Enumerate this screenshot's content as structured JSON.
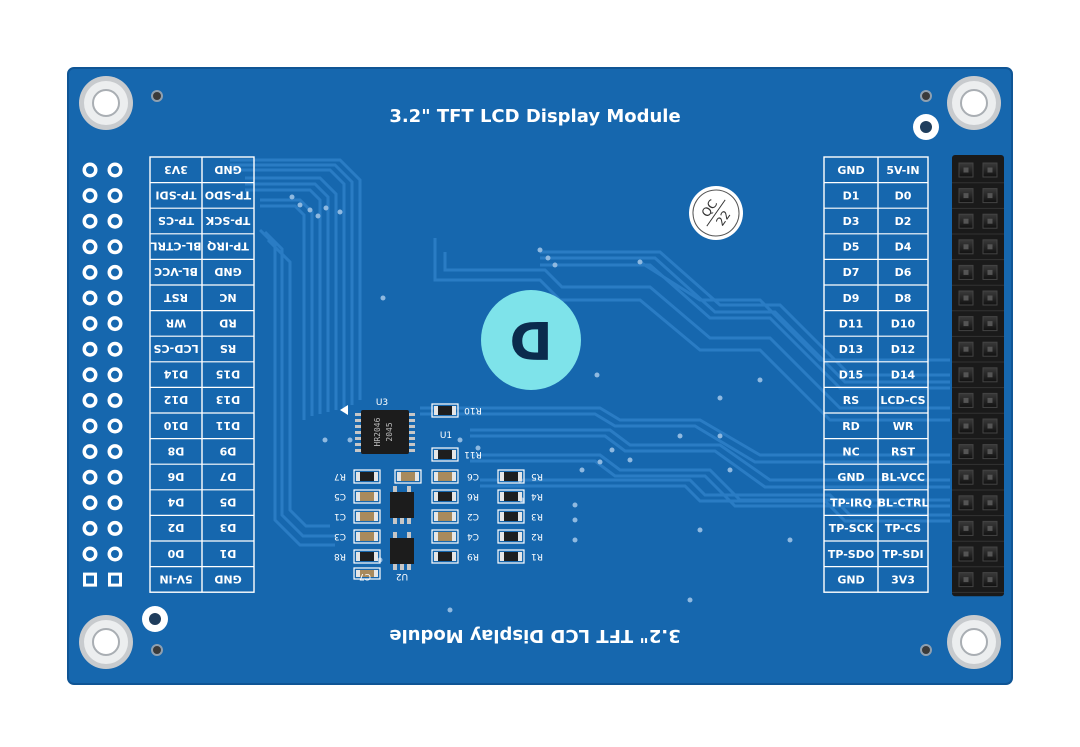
{
  "board": {
    "title_top": "3.2\" TFT LCD Display Module",
    "title_bottom": "3.2\" TFT LCD Display Module",
    "logo_letter": "D",
    "qc_line1": "QC",
    "qc_line2": "22",
    "ic_line1": "HR2046",
    "ic_line2": "2045",
    "board_color": "#1667ae",
    "trace_color": "#2a7cc4"
  },
  "right_header": {
    "rows": [
      [
        "GND",
        "5V-IN"
      ],
      [
        "D1",
        "D0"
      ],
      [
        "D3",
        "D2"
      ],
      [
        "D5",
        "D4"
      ],
      [
        "D7",
        "D6"
      ],
      [
        "D9",
        "D8"
      ],
      [
        "D11",
        "D10"
      ],
      [
        "D13",
        "D12"
      ],
      [
        "D15",
        "D14"
      ],
      [
        "RS",
        "LCD-CS"
      ],
      [
        "RD",
        "WR"
      ],
      [
        "NC",
        "RST"
      ],
      [
        "GND",
        "BL-VCC"
      ],
      [
        "TP-IRQ",
        "BL-CTRL"
      ],
      [
        "TP-SCK",
        "TP-CS"
      ],
      [
        "TP-SDO",
        "TP-SDI"
      ],
      [
        "GND",
        "3V3"
      ]
    ]
  },
  "left_header": {
    "rows": [
      [
        "3V3",
        "GND"
      ],
      [
        "TP-SDI",
        "TP-SDO"
      ],
      [
        "TP-CS",
        "TP-SCK"
      ],
      [
        "BL-CTRL",
        "TP-IRQ"
      ],
      [
        "BL-VCC",
        "GND"
      ],
      [
        "RST",
        "NC"
      ],
      [
        "WR",
        "RD"
      ],
      [
        "LCD-CS",
        "RS"
      ],
      [
        "D14",
        "D15"
      ],
      [
        "D12",
        "D13"
      ],
      [
        "D10",
        "D11"
      ],
      [
        "D8",
        "D9"
      ],
      [
        "D6",
        "D7"
      ],
      [
        "D4",
        "D5"
      ],
      [
        "D2",
        "D3"
      ],
      [
        "D0",
        "D1"
      ],
      [
        "5V-IN",
        "GND"
      ]
    ]
  },
  "components": {
    "u3": "U3",
    "u1": "U1",
    "u2": "U2",
    "r10": "R10",
    "r11": "R11",
    "r7": "R7",
    "c6": "C6",
    "r5": "R5",
    "c5": "C5",
    "r6": "R6",
    "r4": "R4",
    "c1": "C1",
    "c2": "C2",
    "r3": "R3",
    "c3": "C3",
    "c4": "C4",
    "r2": "R2",
    "r8": "R8",
    "r9": "R9",
    "r1": "R1",
    "c7": "C7"
  }
}
